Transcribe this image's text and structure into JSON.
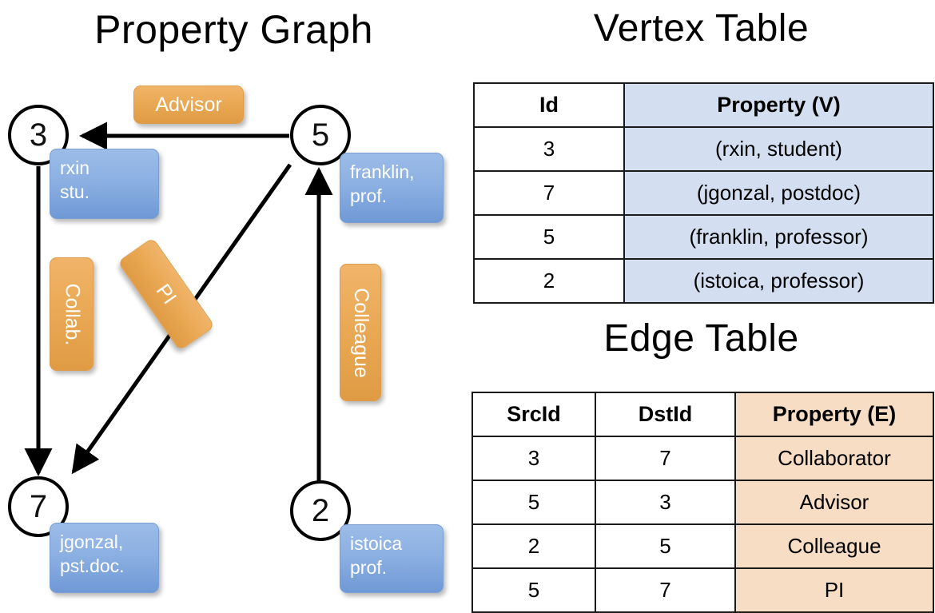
{
  "titles": {
    "property_graph": "Property Graph",
    "vertex_table": "Vertex Table",
    "edge_table": "Edge Table"
  },
  "graph": {
    "nodes": [
      {
        "id": "3",
        "label": "3",
        "property": "rxin\nstu."
      },
      {
        "id": "5",
        "label": "5",
        "property": "franklin,\nprof."
      },
      {
        "id": "7",
        "label": "7",
        "property": "jgonzal,\npst.doc."
      },
      {
        "id": "2",
        "label": "2",
        "property": "istoica\nprof."
      }
    ],
    "edge_labels": [
      {
        "name": "advisor",
        "text": "Advisor"
      },
      {
        "name": "collab",
        "text": "Collab."
      },
      {
        "name": "pi",
        "text": "PI"
      },
      {
        "name": "colleague",
        "text": "Colleague"
      }
    ]
  },
  "vertex_table": {
    "headers": [
      "Id",
      "Property (V)"
    ],
    "rows": [
      [
        "3",
        "(rxin, student)"
      ],
      [
        "7",
        "(jgonzal, postdoc)"
      ],
      [
        "5",
        "(franklin, professor)"
      ],
      [
        "2",
        "(istoica, professor)"
      ]
    ]
  },
  "edge_table": {
    "headers": [
      "SrcId",
      "DstId",
      "Property (E)"
    ],
    "rows": [
      [
        "3",
        "7",
        "Collaborator"
      ],
      [
        "5",
        "3",
        "Advisor"
      ],
      [
        "2",
        "5",
        "Colleague"
      ],
      [
        "5",
        "7",
        "PI"
      ]
    ]
  },
  "colors": {
    "vertex_property_fill": "#d3dff1",
    "edge_property_fill": "#f6ddc3",
    "node_box_blue": "#8cb0e2",
    "edge_label_orange": "#eaa955",
    "stroke": "#000000"
  }
}
